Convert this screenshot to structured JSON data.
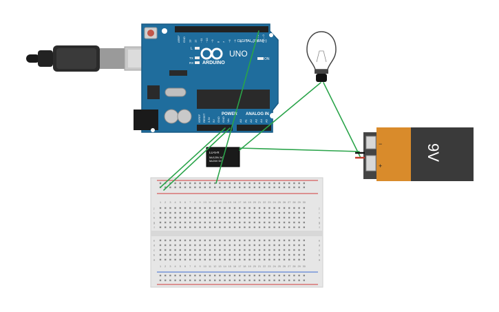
{
  "canvas": {
    "background": "#ffffff"
  },
  "colors": {
    "board": "#1f6d9d",
    "board_dark": "#185a84",
    "wire": "#2aa44a",
    "battery_body": "#3a3a3a",
    "battery_label": "#d98b2b",
    "breadboard": "#e6e6e6",
    "rail_red": "#d23a3a",
    "rail_blue": "#3a6bd2"
  },
  "arduino": {
    "brand": "ARDUINO",
    "model": "UNO",
    "digital_label": "DIGITAL (PWM~)",
    "power_label": "POWER",
    "analog_label": "ANALOG IN",
    "on_label": "ON",
    "l_label": "L",
    "tx_label": "TX",
    "rx_label": "RX",
    "digital_pins": [
      "AREF",
      "GND",
      "13",
      "12",
      "~11",
      "~10",
      "~9",
      "8",
      "7",
      "~6",
      "~5",
      "4",
      "~3",
      "2",
      "TX→1",
      "RX←0"
    ],
    "power_pins": [
      "IOREF",
      "RESET",
      "3.3V",
      "5V",
      "GND",
      "GND",
      "Vin"
    ],
    "analog_pins": [
      "A0",
      "A1",
      "A2",
      "A3",
      "A4",
      "A5"
    ]
  },
  "relay": {
    "line1": "LU-5-R",
    "line2": "5A/125V AC",
    "line3": "5A/24V DC"
  },
  "battery": {
    "voltage_label": "9V",
    "minus": "−",
    "plus": "+"
  },
  "bulb": {
    "icon": "light-bulb-icon"
  },
  "usb": {
    "icon": "usb-cable-icon"
  },
  "breadboard": {
    "columns": [
      "1",
      "2",
      "3",
      "4",
      "5",
      "6",
      "7",
      "8",
      "9",
      "10",
      "11",
      "12",
      "13",
      "14",
      "15",
      "16",
      "17",
      "18",
      "19",
      "20",
      "21",
      "22",
      "23",
      "24",
      "25",
      "26",
      "27",
      "28",
      "29",
      "30"
    ],
    "rows_top": [
      "j",
      "i",
      "h",
      "g",
      "f"
    ],
    "rows_bottom": [
      "e",
      "d",
      "c",
      "b",
      "a"
    ]
  }
}
